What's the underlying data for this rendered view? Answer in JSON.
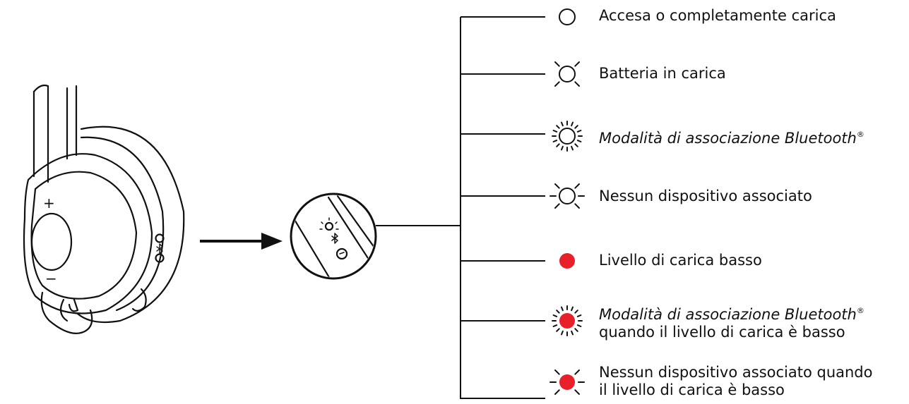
{
  "legend": [
    {
      "id": "on",
      "text": "Accesa o completamente carica",
      "italic": false,
      "icon": "led-steady-white-icon",
      "color": "#ffffff"
    },
    {
      "id": "charging",
      "text": "Batteria in carica",
      "italic": false,
      "icon": "led-pulsing-white-icon",
      "color": "#ffffff"
    },
    {
      "id": "bt-pairing",
      "text": "Modalità di associazione Bluetooth",
      "reg": "®",
      "italic": true,
      "icon": "led-fast-blink-white-icon",
      "color": "#ffffff"
    },
    {
      "id": "no-device",
      "text": "Nessun dispositivo associato",
      "italic": false,
      "icon": "led-slow-blink-white-icon",
      "color": "#ffffff"
    },
    {
      "id": "low",
      "text": "Livello di carica basso",
      "italic": false,
      "icon": "led-steady-red-icon",
      "color": "#e8202a"
    },
    {
      "id": "bt-pairing-low",
      "text": "Modalità di associazione Bluetooth",
      "reg": "®",
      "line2": "quando il livello di carica è basso",
      "italic": true,
      "icon": "led-fast-blink-red-icon",
      "color": "#e8202a"
    },
    {
      "id": "no-device-low",
      "text": "Nessun dispositivo associato quando",
      "line2": "il livello di carica è basso",
      "italic": false,
      "icon": "led-slow-blink-red-icon",
      "color": "#e8202a"
    }
  ],
  "headset": {
    "volume_up": "+",
    "volume_down": "−"
  }
}
